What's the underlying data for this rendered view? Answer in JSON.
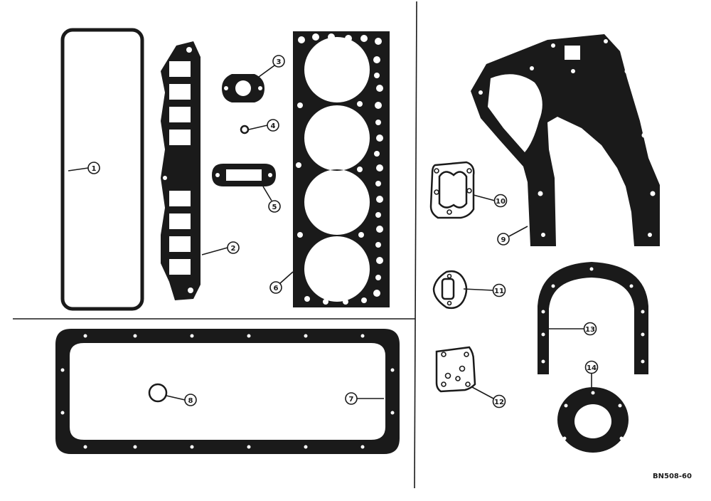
{
  "figure": {
    "figure_id": "BN508-60",
    "ink_color": "#1a1a1a",
    "background_color": "#ffffff"
  },
  "callouts": [
    {
      "id": "1",
      "label": "1"
    },
    {
      "id": "2",
      "label": "2"
    },
    {
      "id": "3",
      "label": "3"
    },
    {
      "id": "4",
      "label": "4"
    },
    {
      "id": "5",
      "label": "5"
    },
    {
      "id": "6",
      "label": "6"
    },
    {
      "id": "7",
      "label": "7"
    },
    {
      "id": "8",
      "label": "8"
    },
    {
      "id": "9",
      "label": "9"
    },
    {
      "id": "10",
      "label": "10"
    },
    {
      "id": "11",
      "label": "11"
    },
    {
      "id": "12",
      "label": "12"
    },
    {
      "id": "13",
      "label": "13"
    },
    {
      "id": "14",
      "label": "14"
    }
  ]
}
